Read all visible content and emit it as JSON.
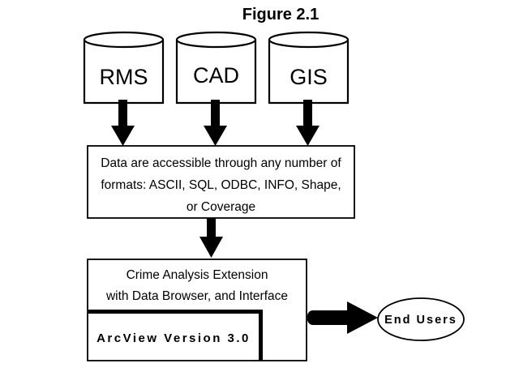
{
  "figure": {
    "title": "Figure 2.1"
  },
  "sources": [
    {
      "label": "RMS"
    },
    {
      "label": "CAD"
    },
    {
      "label": "GIS"
    }
  ],
  "formats_box": {
    "lines": [
      "Data are accessible through any number of",
      "formats: ASCII, SQL, ODBC, INFO, Shape,",
      "or Coverage"
    ]
  },
  "extension_box": {
    "lines": [
      "Crime Analysis Extension",
      "with Data Browser, and Interface"
    ],
    "inner_label": "ArcView Version 3.0"
  },
  "end_users": {
    "label": "End Users"
  }
}
